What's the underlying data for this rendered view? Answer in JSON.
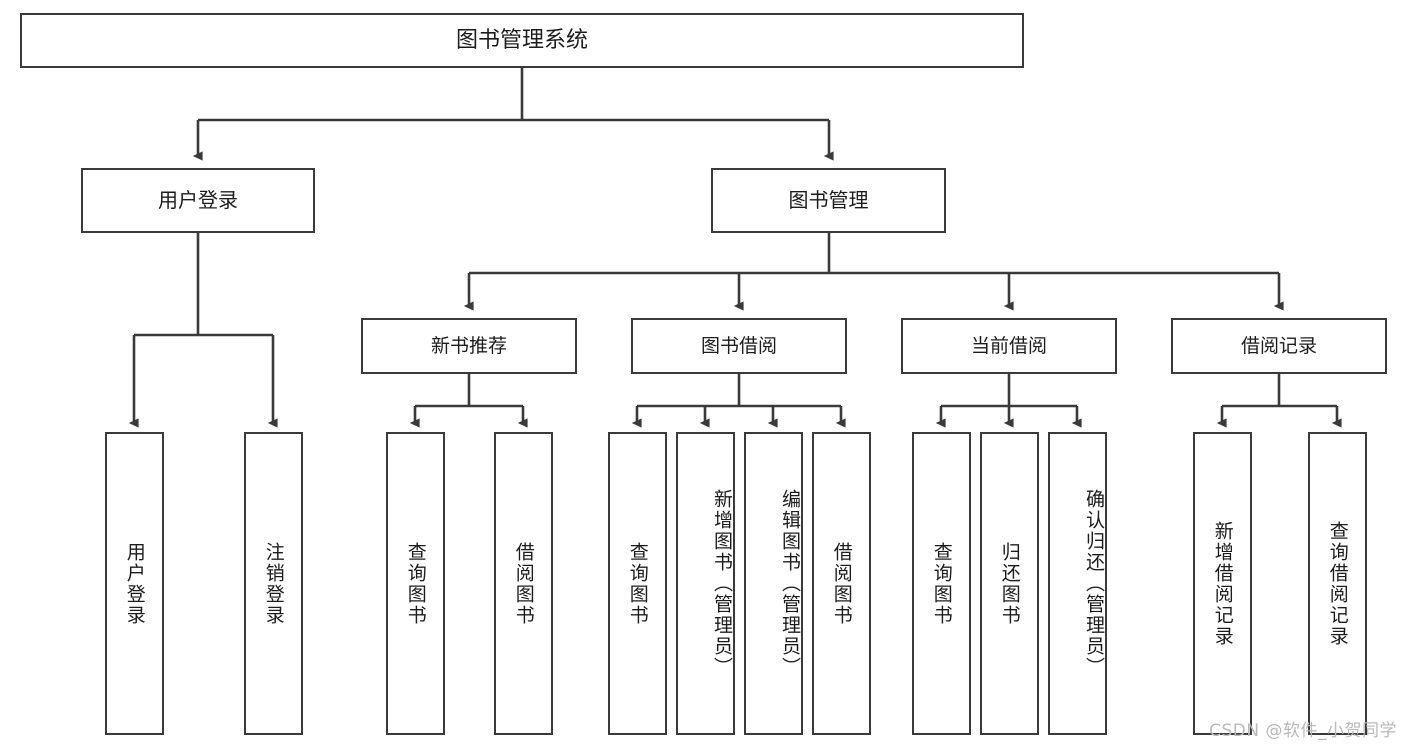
{
  "diagram": {
    "type": "tree",
    "title": "图书管理系统",
    "root": {
      "id": "root",
      "label": "图书管理系统"
    },
    "level2": [
      {
        "id": "user-login",
        "label": "用户登录"
      },
      {
        "id": "book-manage",
        "label": "图书管理"
      }
    ],
    "level3": [
      {
        "id": "new-book-rec",
        "label": "新书推荐",
        "parent": "book-manage"
      },
      {
        "id": "book-borrow",
        "label": "图书借阅",
        "parent": "book-manage"
      },
      {
        "id": "current-borrow",
        "label": "当前借阅",
        "parent": "book-manage"
      },
      {
        "id": "borrow-record",
        "label": "借阅记录",
        "parent": "book-manage"
      }
    ],
    "leaves": [
      {
        "id": "leaf-user-login",
        "label": "用户登录",
        "parent": "user-login"
      },
      {
        "id": "leaf-logout",
        "label": "注销登录",
        "parent": "user-login"
      },
      {
        "id": "leaf-query-book-1",
        "label": "查询图书",
        "parent": "new-book-rec"
      },
      {
        "id": "leaf-borrow-book-1",
        "label": "借阅图书",
        "parent": "new-book-rec"
      },
      {
        "id": "leaf-query-book-2",
        "label": "查询图书",
        "parent": "book-borrow"
      },
      {
        "id": "leaf-add-book",
        "label": "新增图书（管理员）",
        "parent": "book-borrow"
      },
      {
        "id": "leaf-edit-book",
        "label": "编辑图书（管理员）",
        "parent": "book-borrow"
      },
      {
        "id": "leaf-borrow-book-2",
        "label": "借阅图书",
        "parent": "book-borrow"
      },
      {
        "id": "leaf-query-book-3",
        "label": "查询图书",
        "parent": "current-borrow"
      },
      {
        "id": "leaf-return-book",
        "label": "归还图书",
        "parent": "current-borrow"
      },
      {
        "id": "leaf-confirm-return",
        "label": "确认归还（管理员）",
        "parent": "current-borrow"
      },
      {
        "id": "leaf-add-record",
        "label": "新增借阅记录",
        "parent": "borrow-record"
      },
      {
        "id": "leaf-query-record",
        "label": "查询借阅记录",
        "parent": "borrow-record"
      }
    ],
    "colors": {
      "stroke": "#3a3a3a",
      "fill": "#ffffff",
      "text": "#1c1c1c",
      "watermark": "#b9b9b9"
    }
  },
  "watermark": {
    "text": "CSDN @软件_小贺同学"
  }
}
